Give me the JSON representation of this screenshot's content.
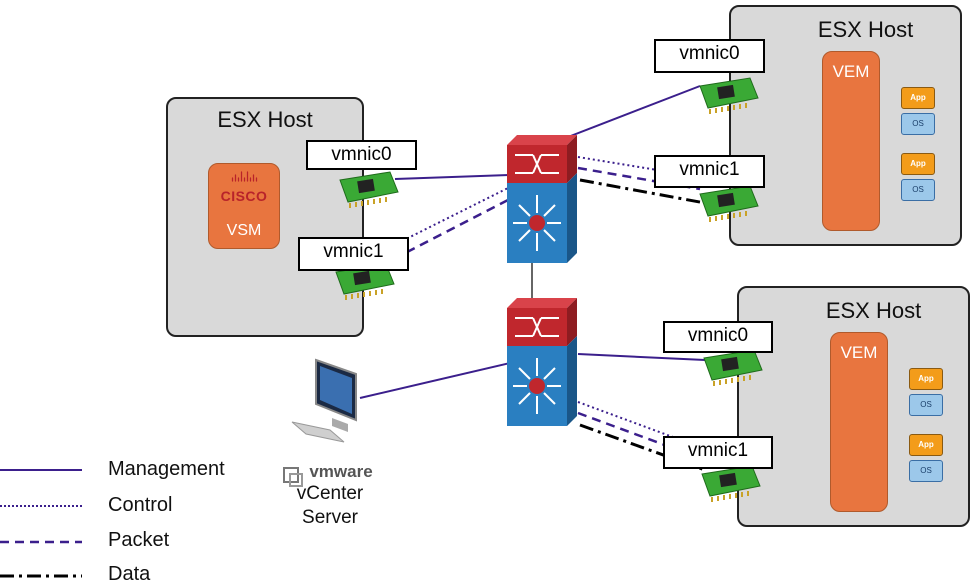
{
  "hosts": {
    "left": {
      "title": "ESX Host",
      "nic0": "vmnic0",
      "nic1": "vmnic1",
      "vsm_logo": "CISCO",
      "vsm_label": "VSM"
    },
    "top_right": {
      "title": "ESX Host",
      "nic0": "vmnic0",
      "nic1": "vmnic1",
      "vem_label": "VEM"
    },
    "bottom_right": {
      "title": "ESX Host",
      "nic0": "vmnic0",
      "nic1": "vmnic1",
      "vem_label": "VEM"
    }
  },
  "vm": {
    "app_label": "App",
    "os_label": "OS"
  },
  "vcenter": {
    "brand": "vmware",
    "label_line1": "vCenter",
    "label_line2": "Server"
  },
  "legend": {
    "management": "Management",
    "control": "Control",
    "packet": "Packet",
    "data": "Data"
  },
  "colors": {
    "management": "#3b1f8c",
    "control": "#3b1f8c",
    "packet": "#3b1f8c",
    "data": "#000000",
    "switch_top": "#c0272d",
    "switch_bottom": "#2a7fc1",
    "nic": "#3aa935",
    "host_bg": "#d9d9d9"
  }
}
